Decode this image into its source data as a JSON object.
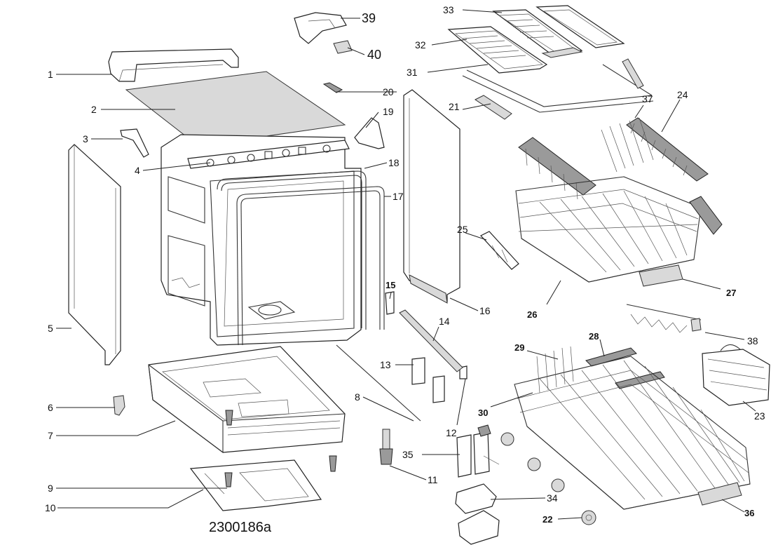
{
  "drawing_code": "2300186a",
  "callouts": {
    "c1": "1",
    "c2": "2",
    "c3": "3",
    "c4": "4",
    "c5": "5",
    "c6": "6",
    "c7": "7",
    "c8": "8",
    "c9": "9",
    "c10": "10",
    "c11": "11",
    "c12": "12",
    "c13": "13",
    "c14": "14",
    "c15": "15",
    "c16": "16",
    "c17": "17",
    "c18": "18",
    "c19": "19",
    "c20": "20",
    "c21": "21",
    "c22": "22",
    "c23": "23",
    "c24": "24",
    "c25": "25",
    "c26": "26",
    "c27": "27",
    "c28": "28",
    "c29": "29",
    "c30": "30",
    "c31": "31",
    "c32": "32",
    "c33": "33",
    "c34": "34",
    "c35": "35",
    "c36": "36",
    "c37": "37",
    "c38": "38",
    "c39": "39",
    "c40": "40"
  }
}
